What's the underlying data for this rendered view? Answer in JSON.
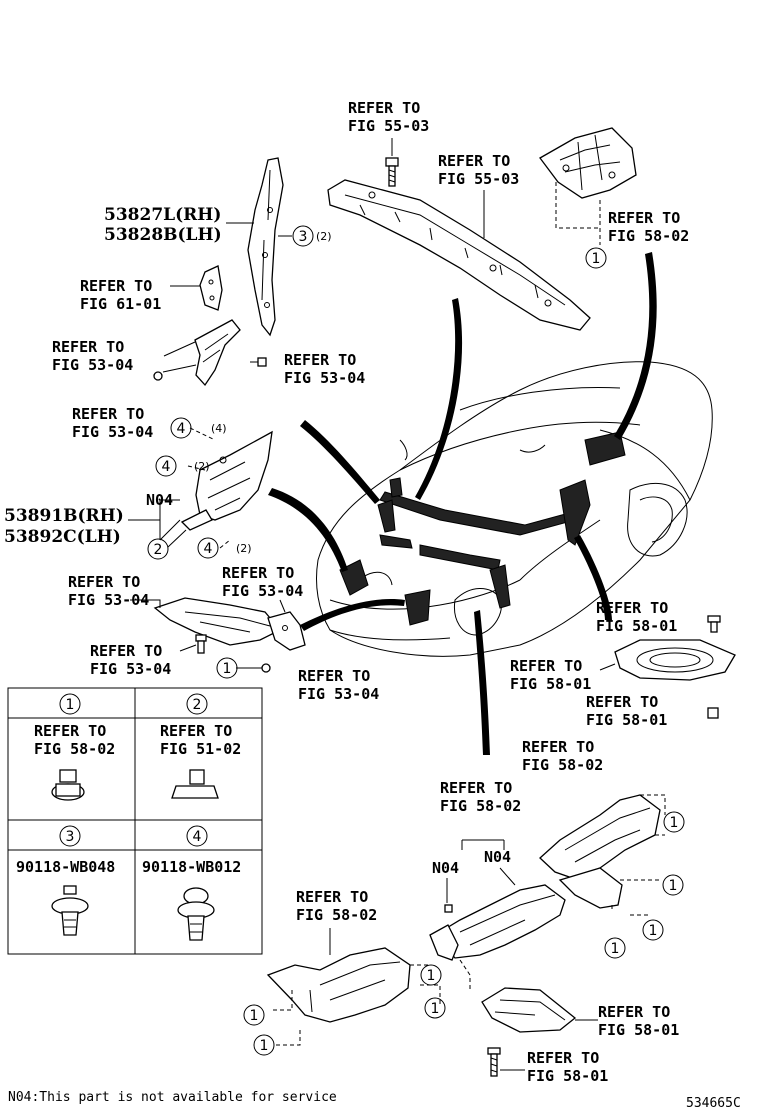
{
  "callouts": {
    "top_bolt": {
      "refer": "REFER TO",
      "fig": "FIG 55-03"
    },
    "top_support": {
      "refer": "REFER TO",
      "fig": "FIG 55-03"
    },
    "top_right_shield": {
      "refer": "REFER TO",
      "fig": "FIG 58-02"
    },
    "left_bracket": {
      "refer": "REFER TO",
      "fig": "FIG 61-01"
    },
    "left_seal": {
      "refer": "REFER TO",
      "fig": "FIG 53-04"
    },
    "left_bolt": {
      "refer": "REFER TO",
      "fig": "FIG 53-04"
    },
    "left_nut": {
      "refer": "REFER TO",
      "fig": "FIG 53-04"
    },
    "lower_left_shield": {
      "refer": "REFER TO",
      "fig": "FIG 53-04"
    },
    "lower_left_bracket": {
      "refer": "REFER TO",
      "fig": "FIG 53-04"
    },
    "lower_left_bolt": {
      "refer": "REFER TO",
      "fig": "FIG 53-04"
    },
    "lower_left_nut": {
      "refer": "REFER TO",
      "fig": "FIG 53-04"
    },
    "right_bolt_upper": {
      "refer": "REFER TO",
      "fig": "FIG 58-01"
    },
    "right_plate": {
      "refer": "REFER TO",
      "fig": "FIG 58-01"
    },
    "right_bolt_lower": {
      "refer": "REFER TO",
      "fig": "FIG 58-01"
    },
    "exhaust_front": {
      "refer": "REFER TO",
      "fig": "FIG 58-02"
    },
    "exhaust_mid": {
      "refer": "REFER TO",
      "fig": "FIG 58-02"
    },
    "exhaust_rear": {
      "refer": "REFER TO",
      "fig": "FIG 58-02"
    },
    "bottom_plate": {
      "refer": "REFER TO",
      "fig": "FIG 58-01"
    },
    "bottom_bolt": {
      "refer": "REFER TO",
      "fig": "FIG 58-01"
    }
  },
  "part_numbers": {
    "rail_rh": "53827L(RH)",
    "rail_lh": "53828B(LH)",
    "seal_rh": "53891B(RH)",
    "seal_lh": "53892C(LH)"
  },
  "markers": {
    "n04": "N04",
    "one": "1",
    "two": "2",
    "three": "3",
    "four": "4",
    "qty_2": "(2)",
    "qty_4": "(4)"
  },
  "legend": {
    "cells": [
      {
        "id": "1",
        "refer": "REFER TO",
        "fig": "FIG 58-02"
      },
      {
        "id": "2",
        "refer": "REFER TO",
        "fig": "FIG 51-02"
      },
      {
        "id": "3",
        "part": "90118-WB048"
      },
      {
        "id": "4",
        "part": "90118-WB012"
      }
    ]
  },
  "footer": {
    "note": "N04:This part is not available for service",
    "diagram_id": "534665C"
  }
}
